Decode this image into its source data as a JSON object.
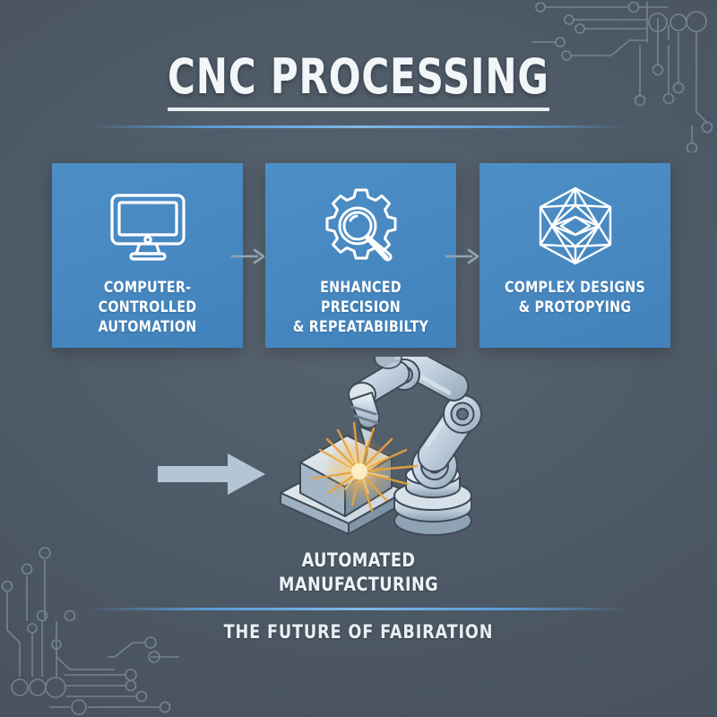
{
  "header": {
    "title": "CNC PROCESSING"
  },
  "steps": [
    {
      "icon": "monitor-icon",
      "label_line1": "COMPUTER-CONTROLLED",
      "label_line2": "AUTOMATION"
    },
    {
      "icon": "gear-magnifier-icon",
      "label_line1": "ENHANCED PRECISION",
      "label_line2": "& REPEATABIBILTY"
    },
    {
      "icon": "geometric-polygon-icon",
      "label_line1": "COMPLEX DESIGNS",
      "label_line2": "& PROTOPYING"
    }
  ],
  "connectors": {
    "step_arrow": "arrow-right-icon",
    "process_arrow": "thick-arrow-right-icon"
  },
  "illustration": {
    "name": "robotic-arm-welding-illustration",
    "workpiece": "metal-block",
    "sparks": "welding-sparks"
  },
  "footer": {
    "caption_line1": "AUTOMATED",
    "caption_line2": "MANUFACTURING",
    "tagline": "THE FUTURE OF FABIRATION"
  },
  "decor": {
    "circuit_top_right": "circuit-trace-pattern",
    "circuit_bottom_left": "circuit-trace-pattern"
  },
  "colors": {
    "background": "#4e5a67",
    "card": "#4788c1",
    "accent_line": "#5b9bd5",
    "text": "#ffffff",
    "spark": "#e8a33d",
    "robot_metal": "#c8d6e2"
  }
}
